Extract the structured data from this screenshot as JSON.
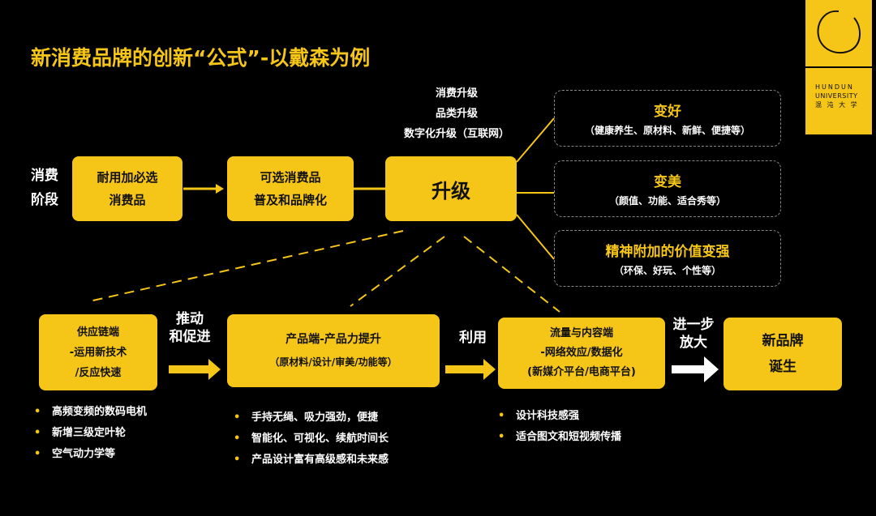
{
  "title": "新消费品牌的创新“公式”-以戴森为例",
  "logo": {
    "line1": "HUNDUN",
    "line2": "UNIVERSITY",
    "line3": "混 沌 大 学"
  },
  "stage_label": [
    "消费",
    "阶段"
  ],
  "stage_boxes": [
    {
      "line1": "耐用加必选",
      "line2": "消费品"
    },
    {
      "line1": "可选消费品",
      "line2": "普及和品牌化"
    }
  ],
  "upgrade": {
    "label": "升级",
    "notes": [
      "消费升级",
      "品类升级",
      "数字化升级（互联网）"
    ]
  },
  "outcomes": [
    {
      "heading": "变好",
      "detail": "（健康养生、原材料、新鲜、便捷等）"
    },
    {
      "heading": "变美",
      "detail": "（颜值、功能、适合秀等）"
    },
    {
      "heading": "精神附加的价值变强",
      "detail": "（环保、好玩、个性等）"
    }
  ],
  "bottom_boxes": [
    {
      "line1": "供应链端",
      "line2": "-运用新技术",
      "line3": "/反应快速"
    },
    {
      "line1": "产品端-产品力提升",
      "line2": "（原材料/设计/审美/功能等）"
    },
    {
      "line1": "流量与内容端",
      "line2": "-网络效应/数据化",
      "line3": "(新媒介平台/电商平台)"
    },
    {
      "line1": "新品牌",
      "line2": "诞生"
    }
  ],
  "connectors": [
    {
      "line1": "推动",
      "line2": "和促进"
    },
    {
      "line1": "利用"
    },
    {
      "line1": "进一步",
      "line2": "放大"
    }
  ],
  "bullets": {
    "supply": [
      "高频变频的数码电机",
      "新增三级定叶轮",
      "空气动力学等"
    ],
    "product": [
      "手持无绳、吸力强劲，便捷",
      "智能化、可视化、续航时间长",
      "产品设计富有高级感和未来感"
    ],
    "traffic": [
      "设计科技感强",
      "适合图文和短视频传播"
    ]
  },
  "colors": {
    "accent": "#f5c518",
    "background": "#000000"
  }
}
